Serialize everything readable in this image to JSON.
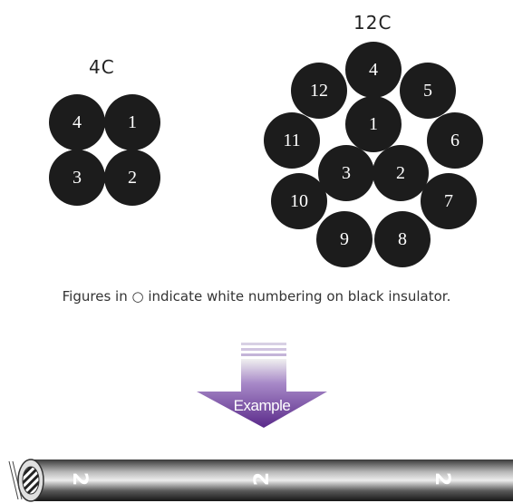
{
  "groups": [
    {
      "title": "4C",
      "cores": [
        {
          "label": "4"
        },
        {
          "label": "1"
        },
        {
          "label": "3"
        },
        {
          "label": "2"
        }
      ]
    },
    {
      "title": "12C",
      "cores": [
        {
          "label": "4"
        },
        {
          "label": "12"
        },
        {
          "label": "5"
        },
        {
          "label": "1"
        },
        {
          "label": "11"
        },
        {
          "label": "6"
        },
        {
          "label": "3"
        },
        {
          "label": "2"
        },
        {
          "label": "10"
        },
        {
          "label": "7"
        },
        {
          "label": "9"
        },
        {
          "label": "8"
        }
      ]
    }
  ],
  "caption": "Figures in ○ indicate white numbering on black insulator.",
  "arrow": {
    "label": "Example"
  },
  "cable": {
    "markings": [
      "2",
      "2",
      "2"
    ],
    "colors": {
      "insulator": "#1c1c1c",
      "arrow_top": "#f0f0f0",
      "arrow_bottom": "#5a2a8a"
    }
  }
}
